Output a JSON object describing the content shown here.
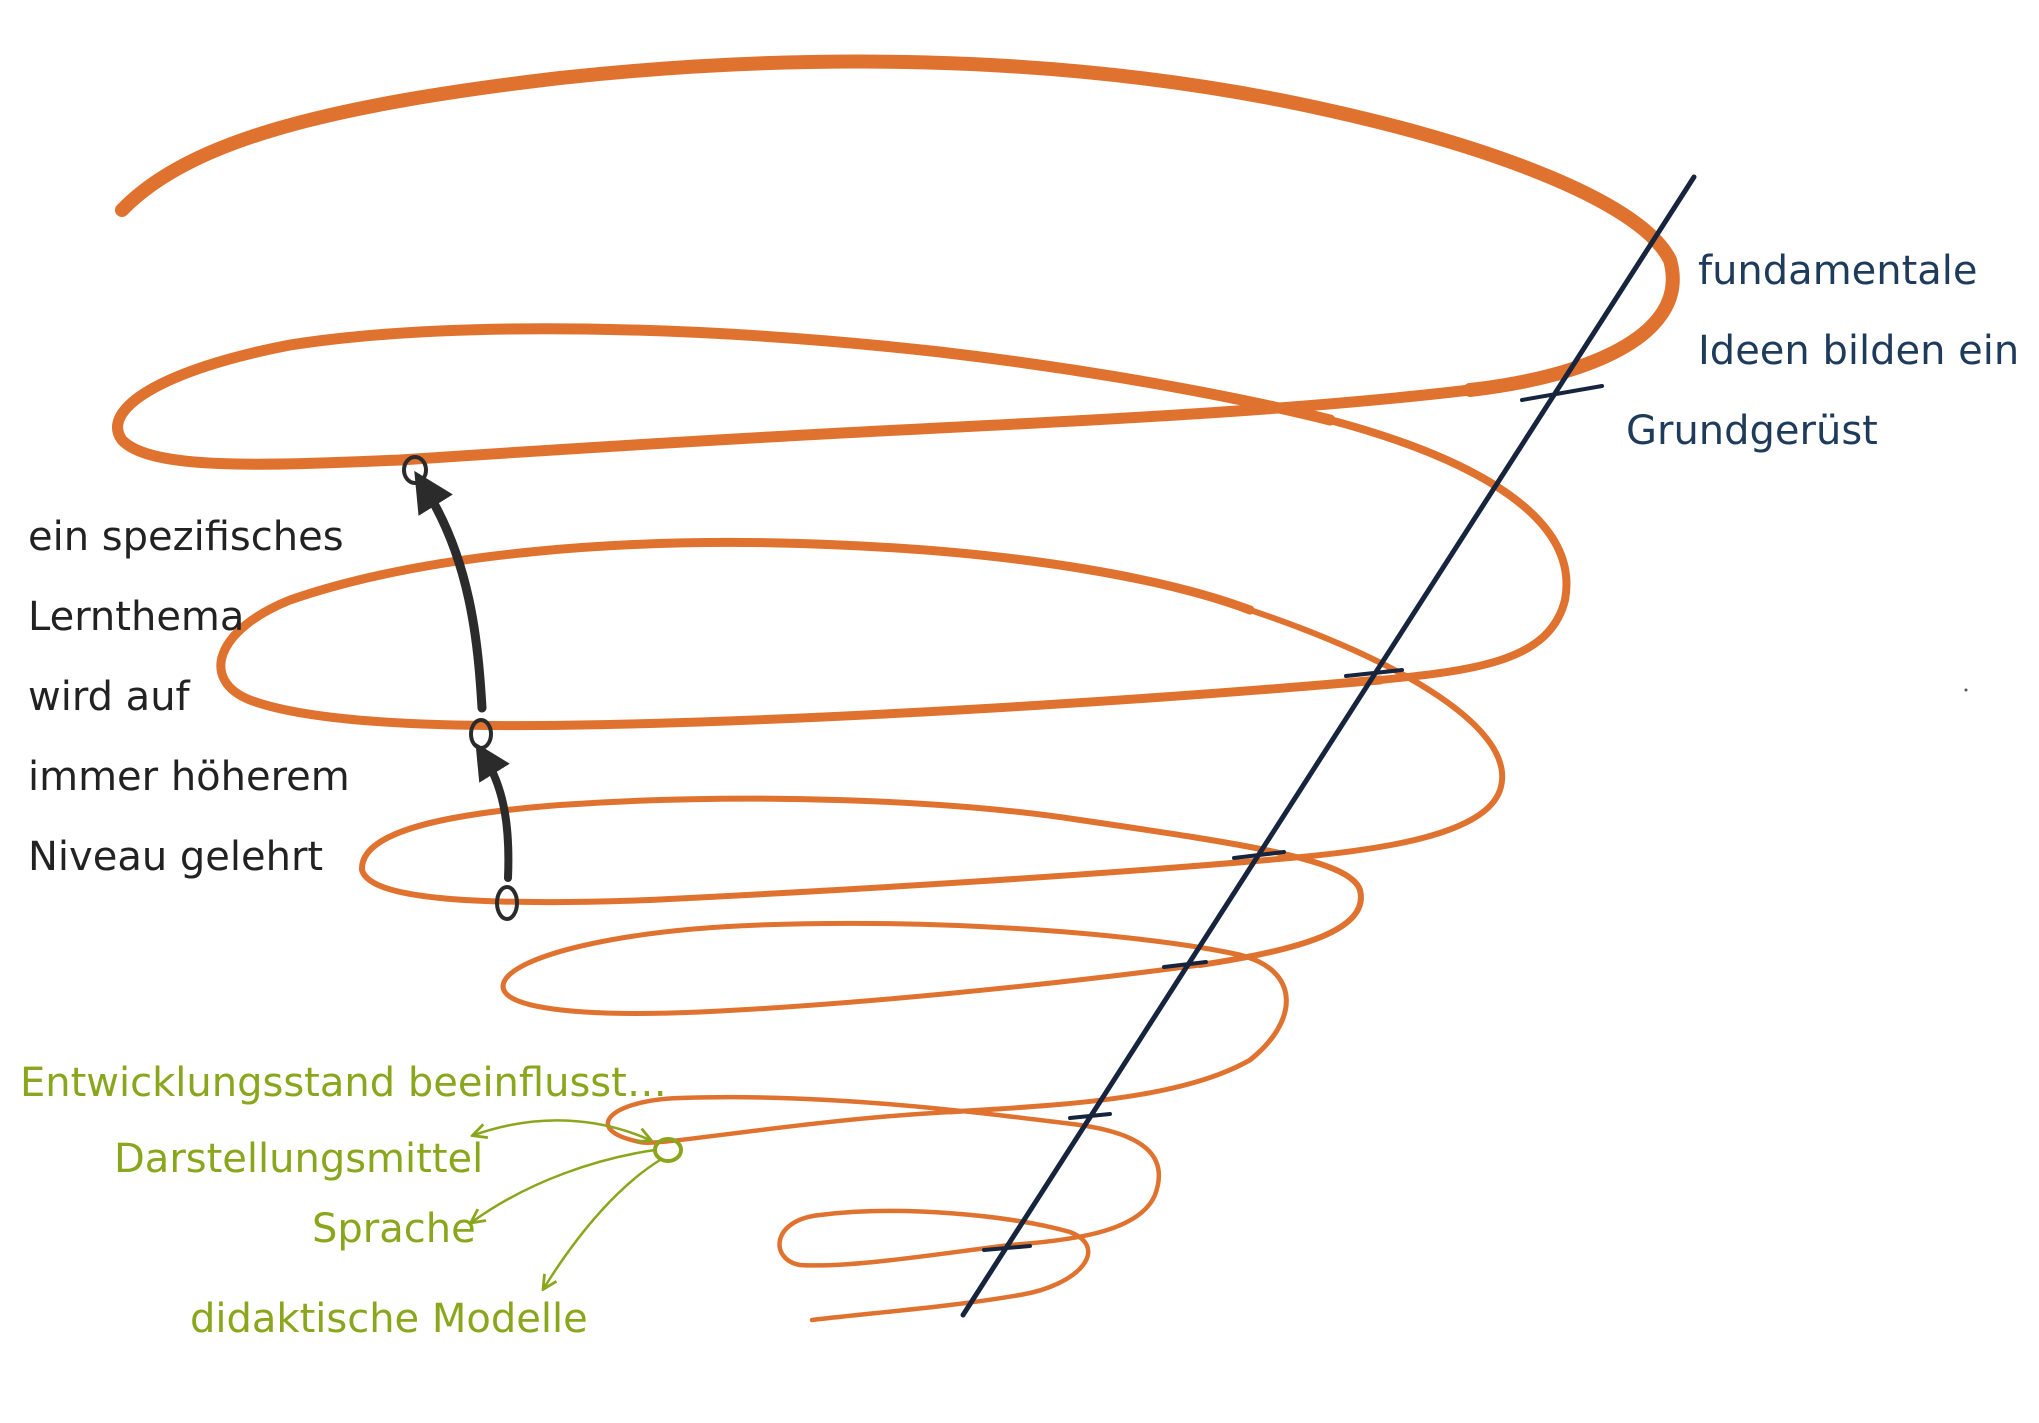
{
  "colors": {
    "spiral": "#e0722f",
    "axis": "#16253d",
    "axis_text": "#1f3b5c",
    "dark_text": "#222222",
    "arrow": "#2b2b2b",
    "green": "#8aa61c"
  },
  "labels": {
    "axis_text": [
      "fundamentale",
      "Ideen bilden ein",
      "Grundgerüst"
    ],
    "topic_text": [
      "ein spezifisches",
      "Lernthema",
      "wird auf",
      "immer höherem",
      "Niveau gelehrt"
    ],
    "development_title": "Entwicklungsstand beeinflusst…",
    "development_items": [
      "Darstellungsmittel",
      "Sprache",
      "didaktische Modelle"
    ]
  }
}
